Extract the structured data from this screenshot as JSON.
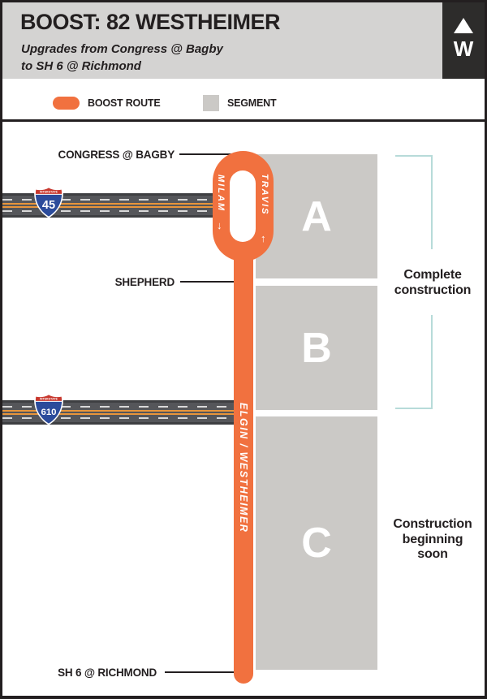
{
  "header": {
    "title": "BOOST: 82 WESTHEIMER",
    "subtitle_line1": "Upgrades from Congress @ Bagby",
    "subtitle_line2": "to SH 6 @ Richmond",
    "compass_letter": "W"
  },
  "legend": {
    "boost_route_label": "BOOST ROUTE",
    "segment_label": "SEGMENT"
  },
  "map": {
    "stops": [
      {
        "label": "CONGRESS @ BAGBY"
      },
      {
        "label": "SHEPHERD"
      },
      {
        "label": "SH 6 @ RICHMOND"
      }
    ],
    "streets": {
      "left_loop": "MILAM",
      "right_loop": "TRAVIS",
      "main": "ELGIN / WESTHEIMER"
    },
    "street_arrows": {
      "down": "↓",
      "up": "↑"
    },
    "segments": [
      {
        "label": "A",
        "status": "Complete construction"
      },
      {
        "label": "B",
        "status": "Complete construction"
      },
      {
        "label": "C",
        "status": "Construction beginning soon"
      }
    ],
    "highways": [
      {
        "banner": "INTERSTATE",
        "number": "45"
      },
      {
        "banner": "INTERSTATE",
        "number": "610"
      }
    ],
    "annotations": {
      "complete": "Complete construction",
      "beginning": "Construction beginning soon"
    }
  },
  "colors": {
    "orange": "#f1713f",
    "seggray": "#cbc9c6",
    "hdrgray": "#d4d3d2",
    "ink": "#231f20",
    "teal": "#b7dbd9",
    "roadbg": "#55565a",
    "median": "#e8953b",
    "shieldred": "#c8382e",
    "shieldblue": "#2b4b9b",
    "boxblack": "#2d2c2b"
  }
}
